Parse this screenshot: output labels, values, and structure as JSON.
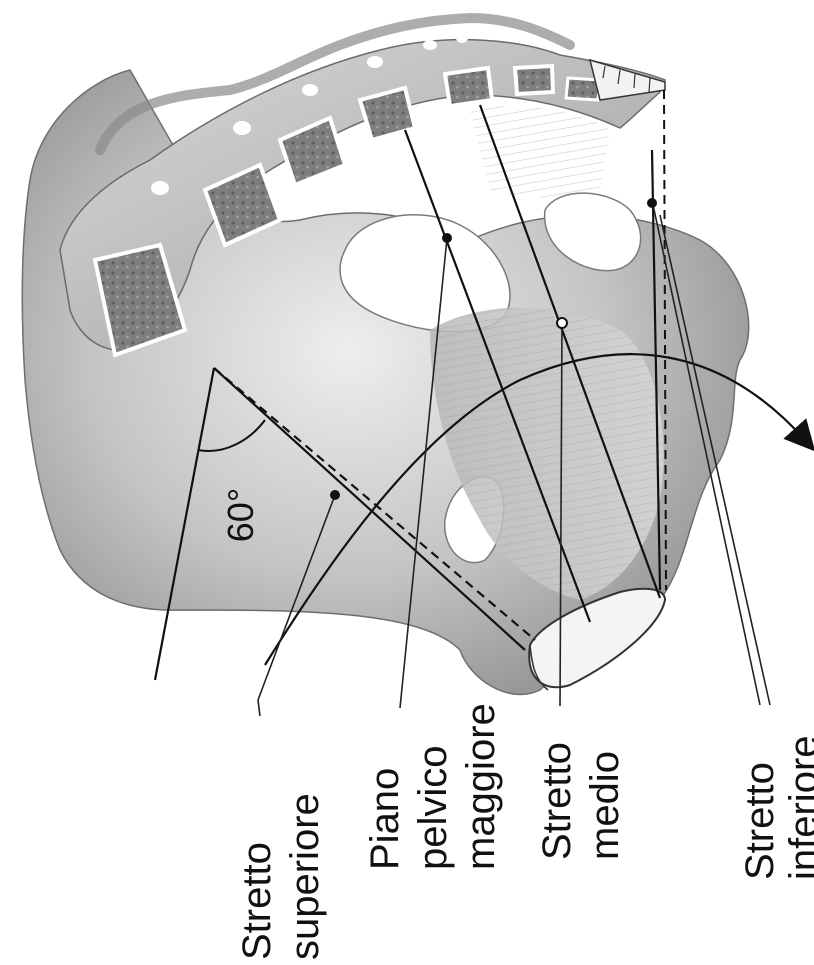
{
  "figure": {
    "angle_label": "60°",
    "labels": [
      {
        "id": "stretto-superiore",
        "line1": "Stretto",
        "line2": "superiore",
        "line3": ""
      },
      {
        "id": "piano-pelvico-maggiore",
        "line1": "Piano",
        "line2": "pelvico",
        "line3": "maggiore"
      },
      {
        "id": "stretto-medio",
        "line1": "Stretto",
        "line2": "medio",
        "line3": ""
      },
      {
        "id": "stretto-inferiore",
        "line1": "Stretto",
        "line2": "inferiore",
        "line3": ""
      }
    ]
  },
  "colors": {
    "bone_light": "#e6e6e6",
    "bone_mid": "#bdbdbd",
    "bone_dark": "#8a8a8a",
    "line": "#111111"
  }
}
